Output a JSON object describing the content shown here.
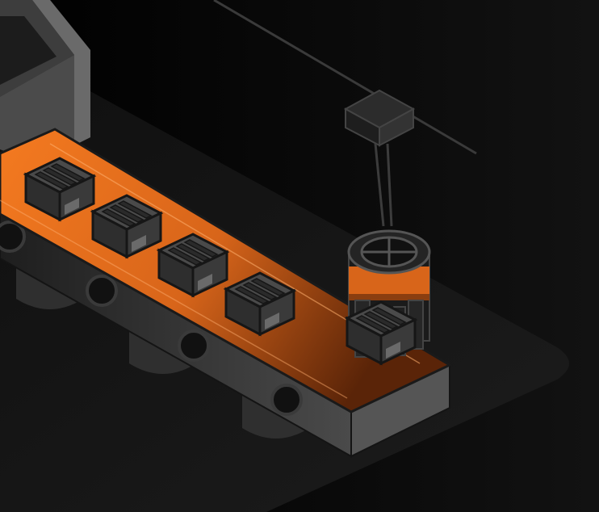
{
  "scene": {
    "subject": "conveyor-belt-robotic-arm",
    "colors": {
      "background": "#000000",
      "floor": "#161616",
      "belt_orange": "#f47a20",
      "belt_orange_dark": "#6b2a08",
      "steel_light": "#5a5a5a",
      "steel_mid": "#3f3f3f",
      "steel_dark": "#262626",
      "box_top": "#4a4a4a",
      "box_front": "#2e2e2e",
      "outline": "#161616"
    },
    "boxes_on_belt": 4,
    "boxes_in_gripper": 1
  }
}
